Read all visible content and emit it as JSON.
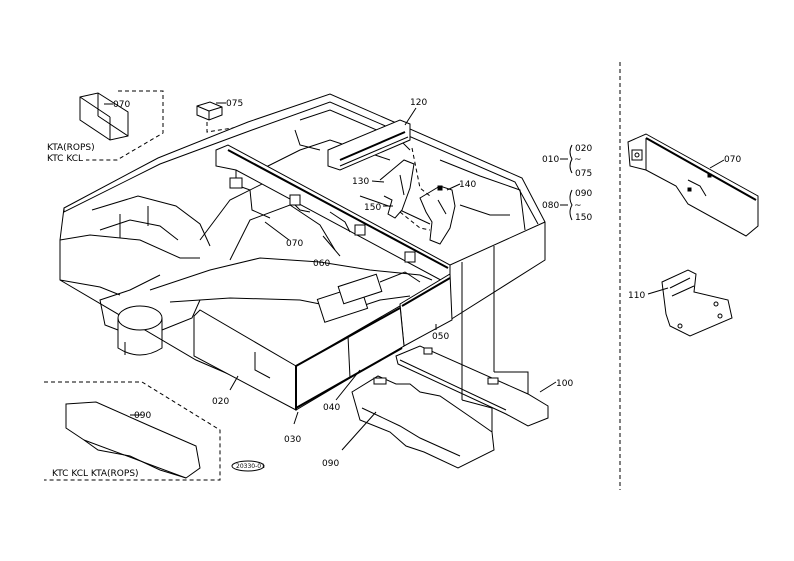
{
  "callouts": {
    "p070_top_left": "070",
    "p075": "075",
    "p120": "120",
    "p130": "130",
    "p140": "140",
    "p150": "150",
    "p070_mid": "070",
    "p060": "060",
    "p050": "050",
    "p020": "020",
    "p030": "030",
    "p040": "040",
    "p090_bottom": "090",
    "p090_left": "090",
    "p100": "100",
    "p070_right": "070",
    "p110": "110"
  },
  "model_notes": {
    "top_left_line1": "KTA(ROPS)",
    "top_left_line2": "KTC KCL",
    "bottom_left": "KTC KCL KTA(ROPS)"
  },
  "reference_legend": {
    "left_a": "010",
    "group_a_1": "020",
    "group_a_2": "075",
    "left_b": "080",
    "group_b_1": "090",
    "group_b_2": "150"
  },
  "stamp": "20330-01"
}
